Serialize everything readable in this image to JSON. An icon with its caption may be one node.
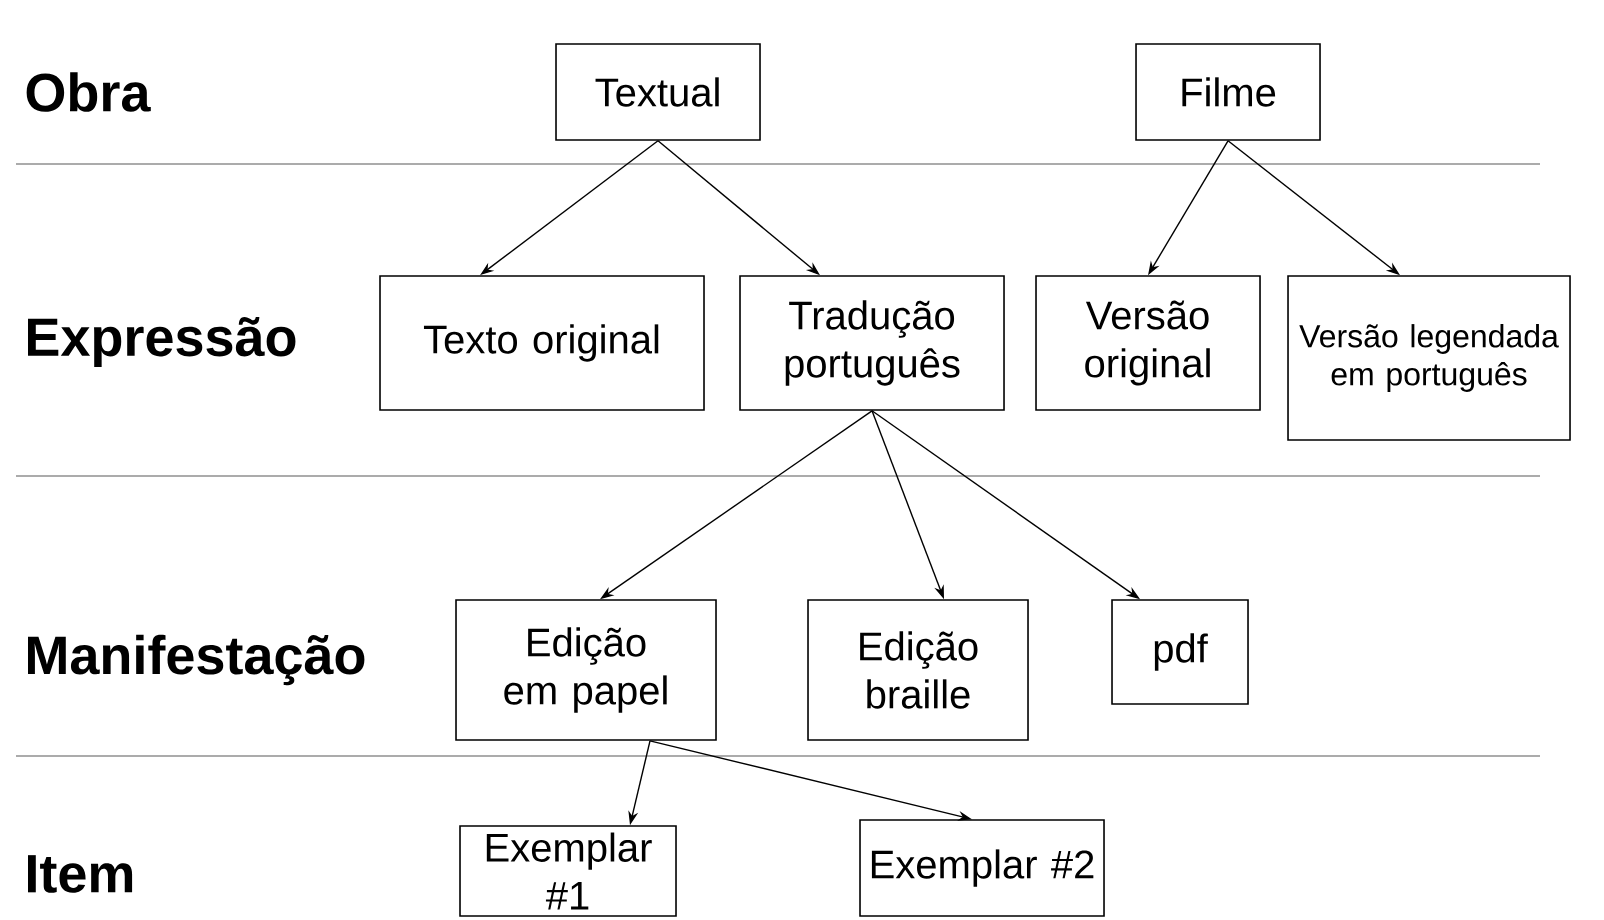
{
  "diagram": {
    "nodes": [
      {
        "text": [
          "Textual"
        ]
      },
      {
        "text": [
          "Filme"
        ]
      },
      {
        "text": [
          "Texto original"
        ]
      },
      {
        "text": [
          "Tradução português"
        ]
      },
      {
        "text": [
          "Versão original"
        ]
      },
      {
        "text": [
          "Versão legendada em português"
        ]
      },
      {
        "text": [
          "Edição em papel"
        ]
      },
      {
        "text": [
          "Edição braille"
        ]
      },
      {
        "text": [
          "pdf"
        ]
      },
      {
        "text": [
          "Exemplar #1"
        ]
      },
      {
        "text": [
          "Exemplar #2"
        ]
      }
    ],
    "edges": [
      {
        "from": 0,
        "to": 2,
        "arrow": "to"
      },
      {
        "from": 0,
        "to": 3,
        "arrow": "to"
      },
      {
        "from": 1,
        "to": 4,
        "arrow": "to"
      },
      {
        "from": 1,
        "to": 5,
        "arrow": "to"
      },
      {
        "from": 3,
        "to": 6,
        "arrow": "to"
      },
      {
        "from": 3,
        "to": 7,
        "arrow": "to"
      },
      {
        "from": 3,
        "to": 8,
        "arrow": "to"
      },
      {
        "from": 6,
        "to": 9,
        "arrow": "to"
      },
      {
        "from": 6,
        "to": 10,
        "arrow": "to"
      }
    ],
    "labels": [
      "Obra",
      "Expressão",
      "Manifestação",
      "Item"
    ]
  }
}
